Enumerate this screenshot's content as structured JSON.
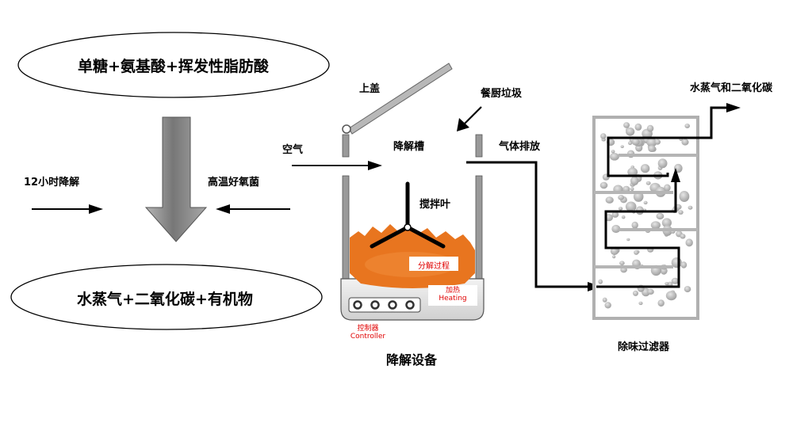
{
  "left": {
    "top_ellipse_text": "单糖+氨基酸+挥发性脂肪酸",
    "bottom_ellipse_text": "水蒸气+二氧化碳+有机物",
    "left_side_label": "12小时降解",
    "right_side_label": "高温好氧菌"
  },
  "device": {
    "lid_label": "上盖",
    "air_label": "空气",
    "tank_label": "降解槽",
    "waste_label": "餐厨垃圾",
    "gas_label": "气体排放",
    "stirrer_label": "搅拌叶",
    "process_label": "分解过程",
    "heating_label_cn": "加热",
    "heating_label_en": "Heating",
    "controller_label_cn": "控制器",
    "controller_label_en": "Controller",
    "caption": "降解设备"
  },
  "filter": {
    "output_label": "水蒸气和二氧化碳",
    "caption": "除味过滤器"
  },
  "colors": {
    "waste_orange": "#e8751f",
    "arrow_grey": "#8c8c8c",
    "label_red": "#e00000",
    "pebble_grey": "#bdbdbd"
  }
}
